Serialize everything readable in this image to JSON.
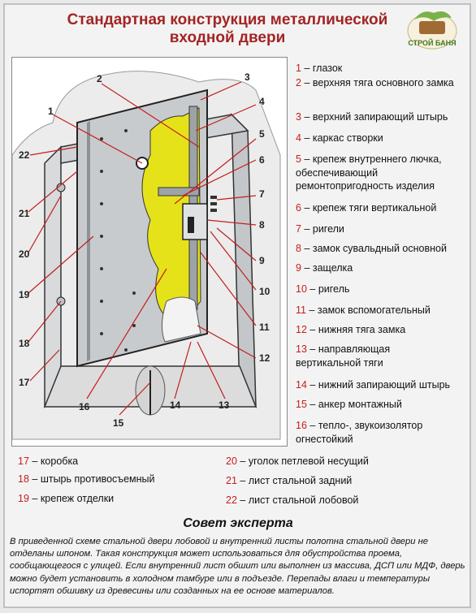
{
  "title": {
    "line1": "Стандартная конструкция металлической",
    "line2": "входной двери"
  },
  "logo": {
    "text": "СТРОЙ БАНЯ"
  },
  "callouts": [
    "1",
    "2",
    "3",
    "4",
    "5",
    "6",
    "7",
    "8",
    "9",
    "10",
    "11",
    "12",
    "13",
    "14",
    "15",
    "16",
    "17",
    "18",
    "19",
    "20",
    "21",
    "22"
  ],
  "legend_right": [
    {
      "num": "1",
      "text": "– глазок"
    },
    {
      "num": "2",
      "text": "– верхняя тяга основного замка"
    },
    {
      "num": "3",
      "text": "– верхний запирающий штырь"
    },
    {
      "num": "4",
      "text": "– каркас створки"
    },
    {
      "num": "5",
      "text": "– крепеж внутреннего лючка, обеспечивающий ремонтопригодность изделия"
    },
    {
      "num": "6",
      "text": "– крепеж тяги вертикальной"
    },
    {
      "num": "7",
      "text": "– ригели"
    },
    {
      "num": "8",
      "text": "– замок сувальдный основной"
    },
    {
      "num": "9",
      "text": "– защелка"
    },
    {
      "num": "10",
      "text": "– ригель"
    },
    {
      "num": "11",
      "text": "– замок вспомогательный"
    },
    {
      "num": "12",
      "text": "– нижняя тяга замка"
    },
    {
      "num": "13",
      "text": "– направляющая вертикальной тяги"
    },
    {
      "num": "14",
      "text": "– нижний запирающий штырь"
    },
    {
      "num": "15",
      "text": "– анкер монтажный"
    },
    {
      "num": "16",
      "text": "– тепло-, звукоизолятор огнестойкий"
    }
  ],
  "legend_bottom": [
    {
      "num": "17",
      "text": "– коробка"
    },
    {
      "num": "18",
      "text": "– штырь противосъемный"
    },
    {
      "num": "19",
      "text": "– крепеж отделки"
    },
    {
      "num": "20",
      "text": "– уголок петлевой несущий"
    },
    {
      "num": "21",
      "text": "– лист стальной задний"
    },
    {
      "num": "22",
      "text": "– лист стальной лобовой"
    }
  ],
  "advice": {
    "title": "Совет эксперта",
    "text": "В приведенной схеме стальной двери лобовой и внутренний листы полотна стальной двери не отделаны шпоном. Такая конструкция может использоваться для обустройства проема, сообщающегося с улицей. Если внутренний лист обшит или выполнен из массива, ДСП или МДФ, дверь можно будет установить в холодном тамбуре или в подъезде. Перепады влаги и температуры испортят обшивку из древесины или созданных на ее основе материалов."
  },
  "colors": {
    "title": "#a32424",
    "number": "#c41e1e",
    "insulation": "#e6e21a",
    "steel": "#b8bcc0",
    "wall": "#e8e8e8"
  }
}
